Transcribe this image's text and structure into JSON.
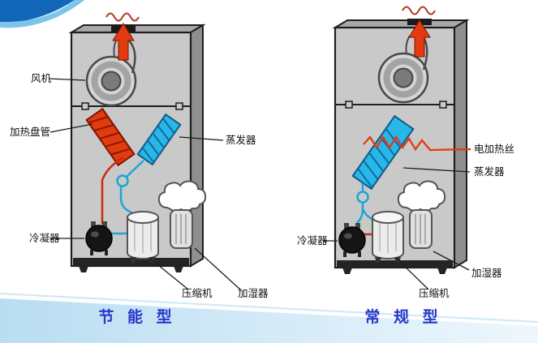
{
  "colors": {
    "title": "#2438c8",
    "hot": "#e23b10",
    "cold": "#29b6e8",
    "cabinet": "#c9c9c9",
    "wave_dark": "#1266b8",
    "wave_light": "#7cc4ea",
    "band": "#bfe0f5"
  },
  "left_unit": {
    "title": "节 能 型",
    "labels": {
      "fan": "风机",
      "heating_coil": "加热盘管",
      "evaporator": "蒸发器",
      "condenser": "冷凝器",
      "compressor": "压缩机",
      "humidifier": "加湿器"
    }
  },
  "right_unit": {
    "title": "常 规 型",
    "labels": {
      "electric_heater": "电加热丝",
      "evaporator": "蒸发器",
      "condenser": "冷凝器",
      "compressor": "压缩机",
      "humidifier": "加湿器"
    }
  }
}
